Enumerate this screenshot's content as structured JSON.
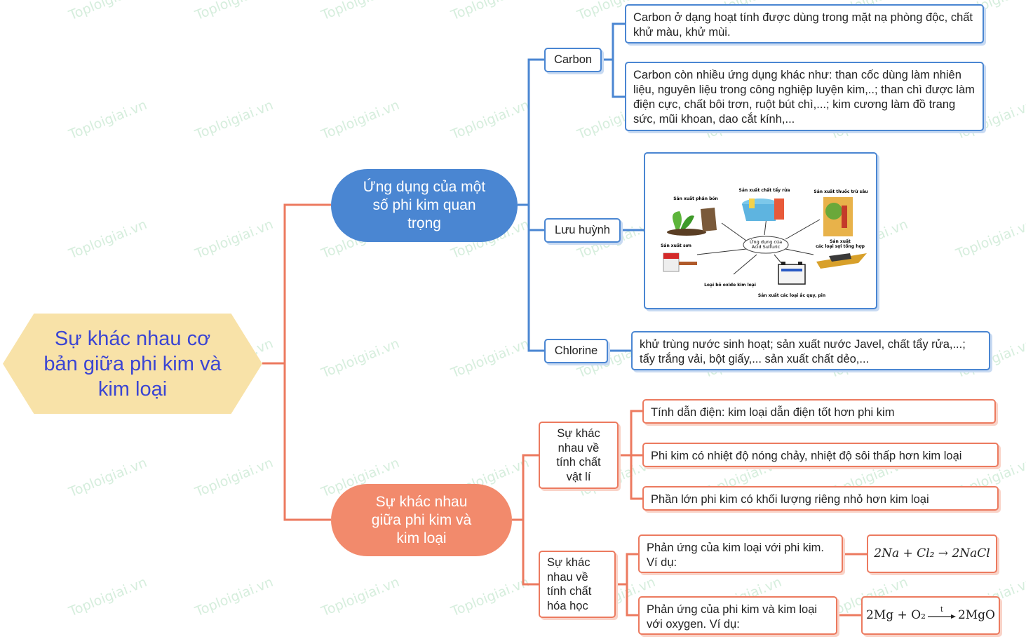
{
  "root": {
    "title": "Sự khác nhau cơ bản giữa phi kim và kim loại"
  },
  "applications": {
    "title": "Ứng dụng của một số phi kim quan trọng",
    "carbon": {
      "label": "Carbon",
      "items": [
        "Carbon ở dạng hoạt tính được dùng trong mặt nạ phòng độc, chất khử màu, khử mùi.",
        "Carbon còn nhiều ứng dụng khác như: than cốc dùng làm nhiên liệu, nguyên liệu trong công nghiệp luyện kim,..; than chì được làm điện cực, chất bôi trơn, ruột bút chì,...; kim cương làm đồ trang sức, mũi khoan, dao cắt kính,..."
      ]
    },
    "sulfur": {
      "label": "Lưu huỳnh",
      "figure": {
        "center": [
          "Ứng dụng của",
          "Acid Sulfuric"
        ],
        "labels": {
          "fertilizer": "Sản xuất phân bón",
          "detergent": "Sản xuất chất tẩy rửa",
          "pesticide": "Sản xuất thuốc trừ sâu",
          "fiber": [
            "Sản xuất",
            "các loại sợi tổng hợp"
          ],
          "paint": "Sản xuất sơn",
          "oxide": "Loại bỏ oxide kim loại",
          "battery": "Sản xuất các loại ắc quy, pin"
        }
      }
    },
    "chlorine": {
      "label": "Chlorine",
      "text": "khử trùng nước sinh hoạt; sản xuất nước Javel, chất tẩy rửa,...; tẩy trắng vải, bột giấy,... sản xuất chất dẻo,..."
    }
  },
  "differences": {
    "title": "Sự khác nhau giữa phi kim và kim loại",
    "physical": {
      "label": "Sự khác nhau về tính chất vật lí",
      "items": [
        "Tính dẫn điện: kim loại dẫn điện tốt hơn phi kim",
        "Phi kim có nhiệt độ nóng chảy, nhiệt độ sôi thấp hơn kim loại",
        "Phần lớn phi kim có khối lượng riêng nhỏ hơn kim loại"
      ]
    },
    "chemical": {
      "label": "Sự khác nhau về tính chất hóa học",
      "items": [
        {
          "text": "Phản ứng của kim loại với phi kim. Ví dụ:",
          "formula": "2Na + Cl₂ → 2NaCl"
        },
        {
          "text": "Phản ứng của phi kim và kim loại với oxygen. Ví dụ:",
          "formula_left": "2Mg + O₂",
          "formula_cond": "t",
          "formula_right": "2MgO"
        }
      ]
    }
  },
  "watermark": "Toploigiai.vn",
  "colors": {
    "blue": "#4a86d2",
    "orange": "#ec7a5f",
    "root_bg": "#f8e2a8",
    "root_text": "#3b45d3",
    "watermark": "#d6eedd"
  }
}
